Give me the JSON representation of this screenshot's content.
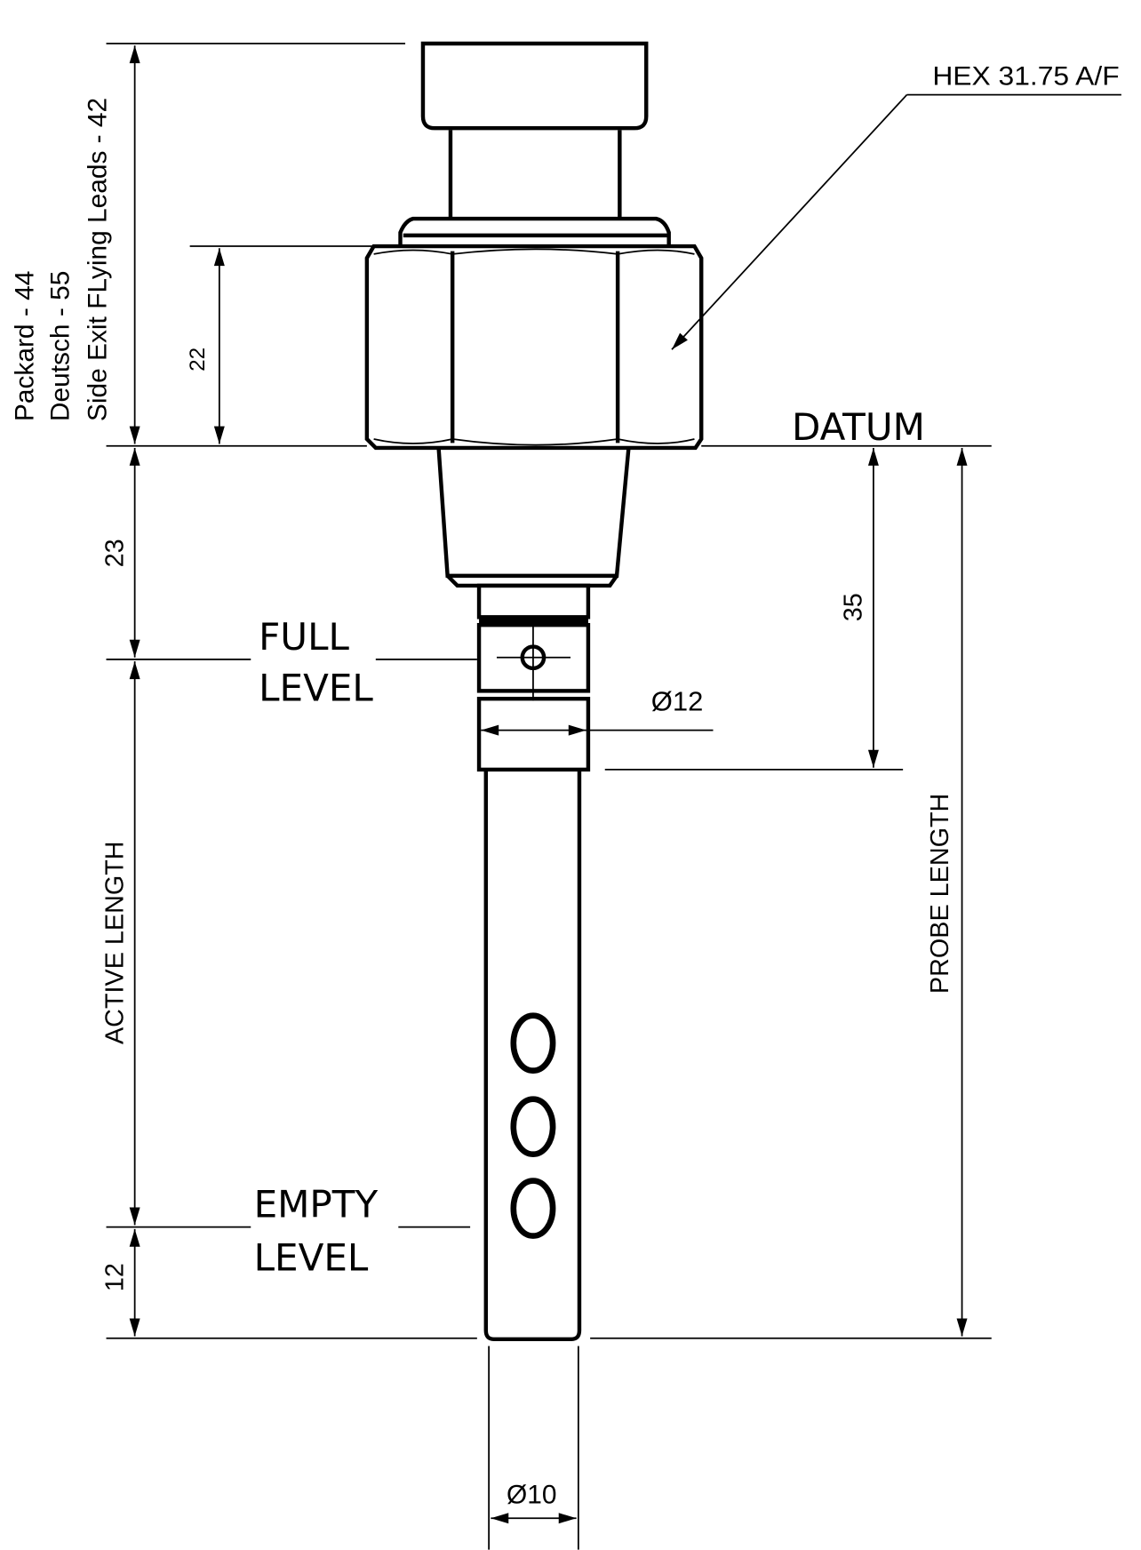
{
  "labels": {
    "hex": "HEX 31.75 A/F",
    "datum": "DATUM",
    "full_level_1": "FULL",
    "full_level_2": "LEVEL",
    "empty_level_1": "EMPTY",
    "empty_level_2": "LEVEL",
    "active_length": "ACTIVE LENGTH",
    "probe_length": "PROBE LENGTH",
    "connector_packard": "Packard - 44",
    "connector_deutsch": "Deutsch - 55",
    "connector_flying": "Side Exit FLying Leads - 42"
  },
  "dimensions": {
    "hex_height": "22",
    "thread_to_full": "23",
    "empty_to_tip": "12",
    "datum_to_shoulder": "35",
    "collar_diameter": "Ø12",
    "probe_diameter": "Ø10"
  },
  "colors": {
    "line": "#000000",
    "background": "#ffffff"
  }
}
